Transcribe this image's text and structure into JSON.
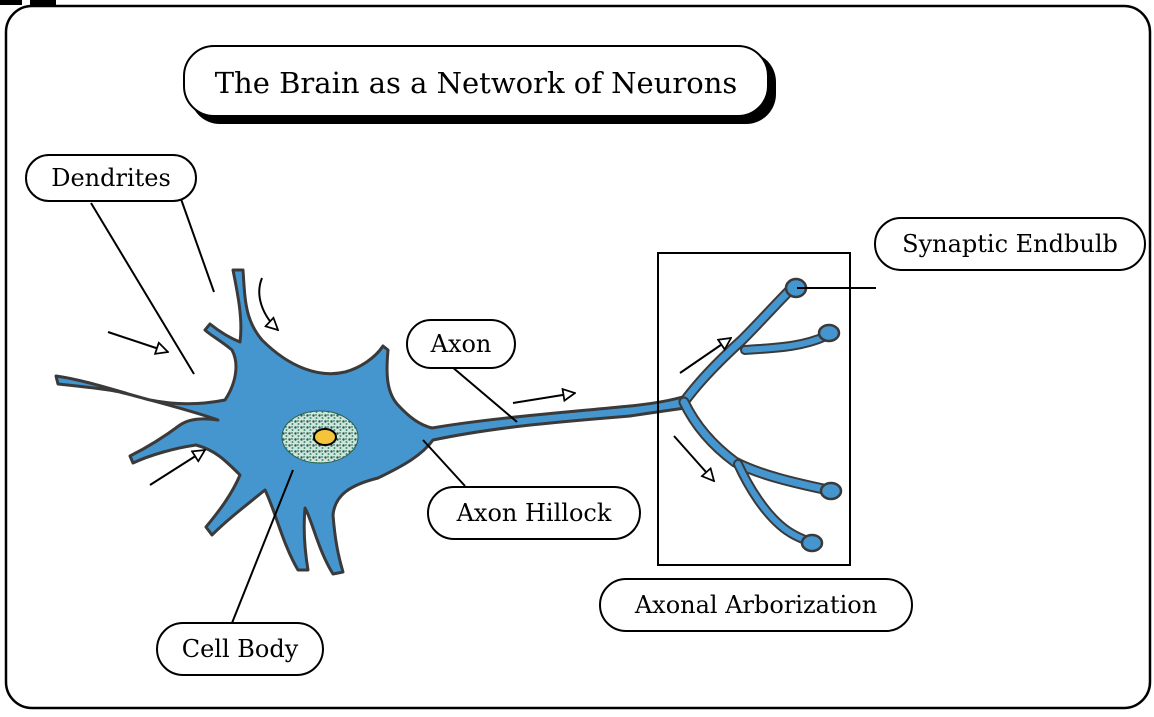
{
  "title": "The Brain as a Network of Neurons",
  "labels": {
    "dendrites": "Dendrites",
    "synaptic_endbulb": "Synaptic Endbulb",
    "axon": "Axon",
    "axon_hillock": "Axon Hillock",
    "axonal_arborization": "Axonal Arborization",
    "cell_body": "Cell Body"
  },
  "colors": {
    "neuron_fill": "#4596cf",
    "neuron_outline": "#3a3a3a",
    "nucleus_fill": "#2f6f6a",
    "nucleolus_fill": "#f4c53a",
    "background": "#ffffff",
    "line": "#000000"
  }
}
